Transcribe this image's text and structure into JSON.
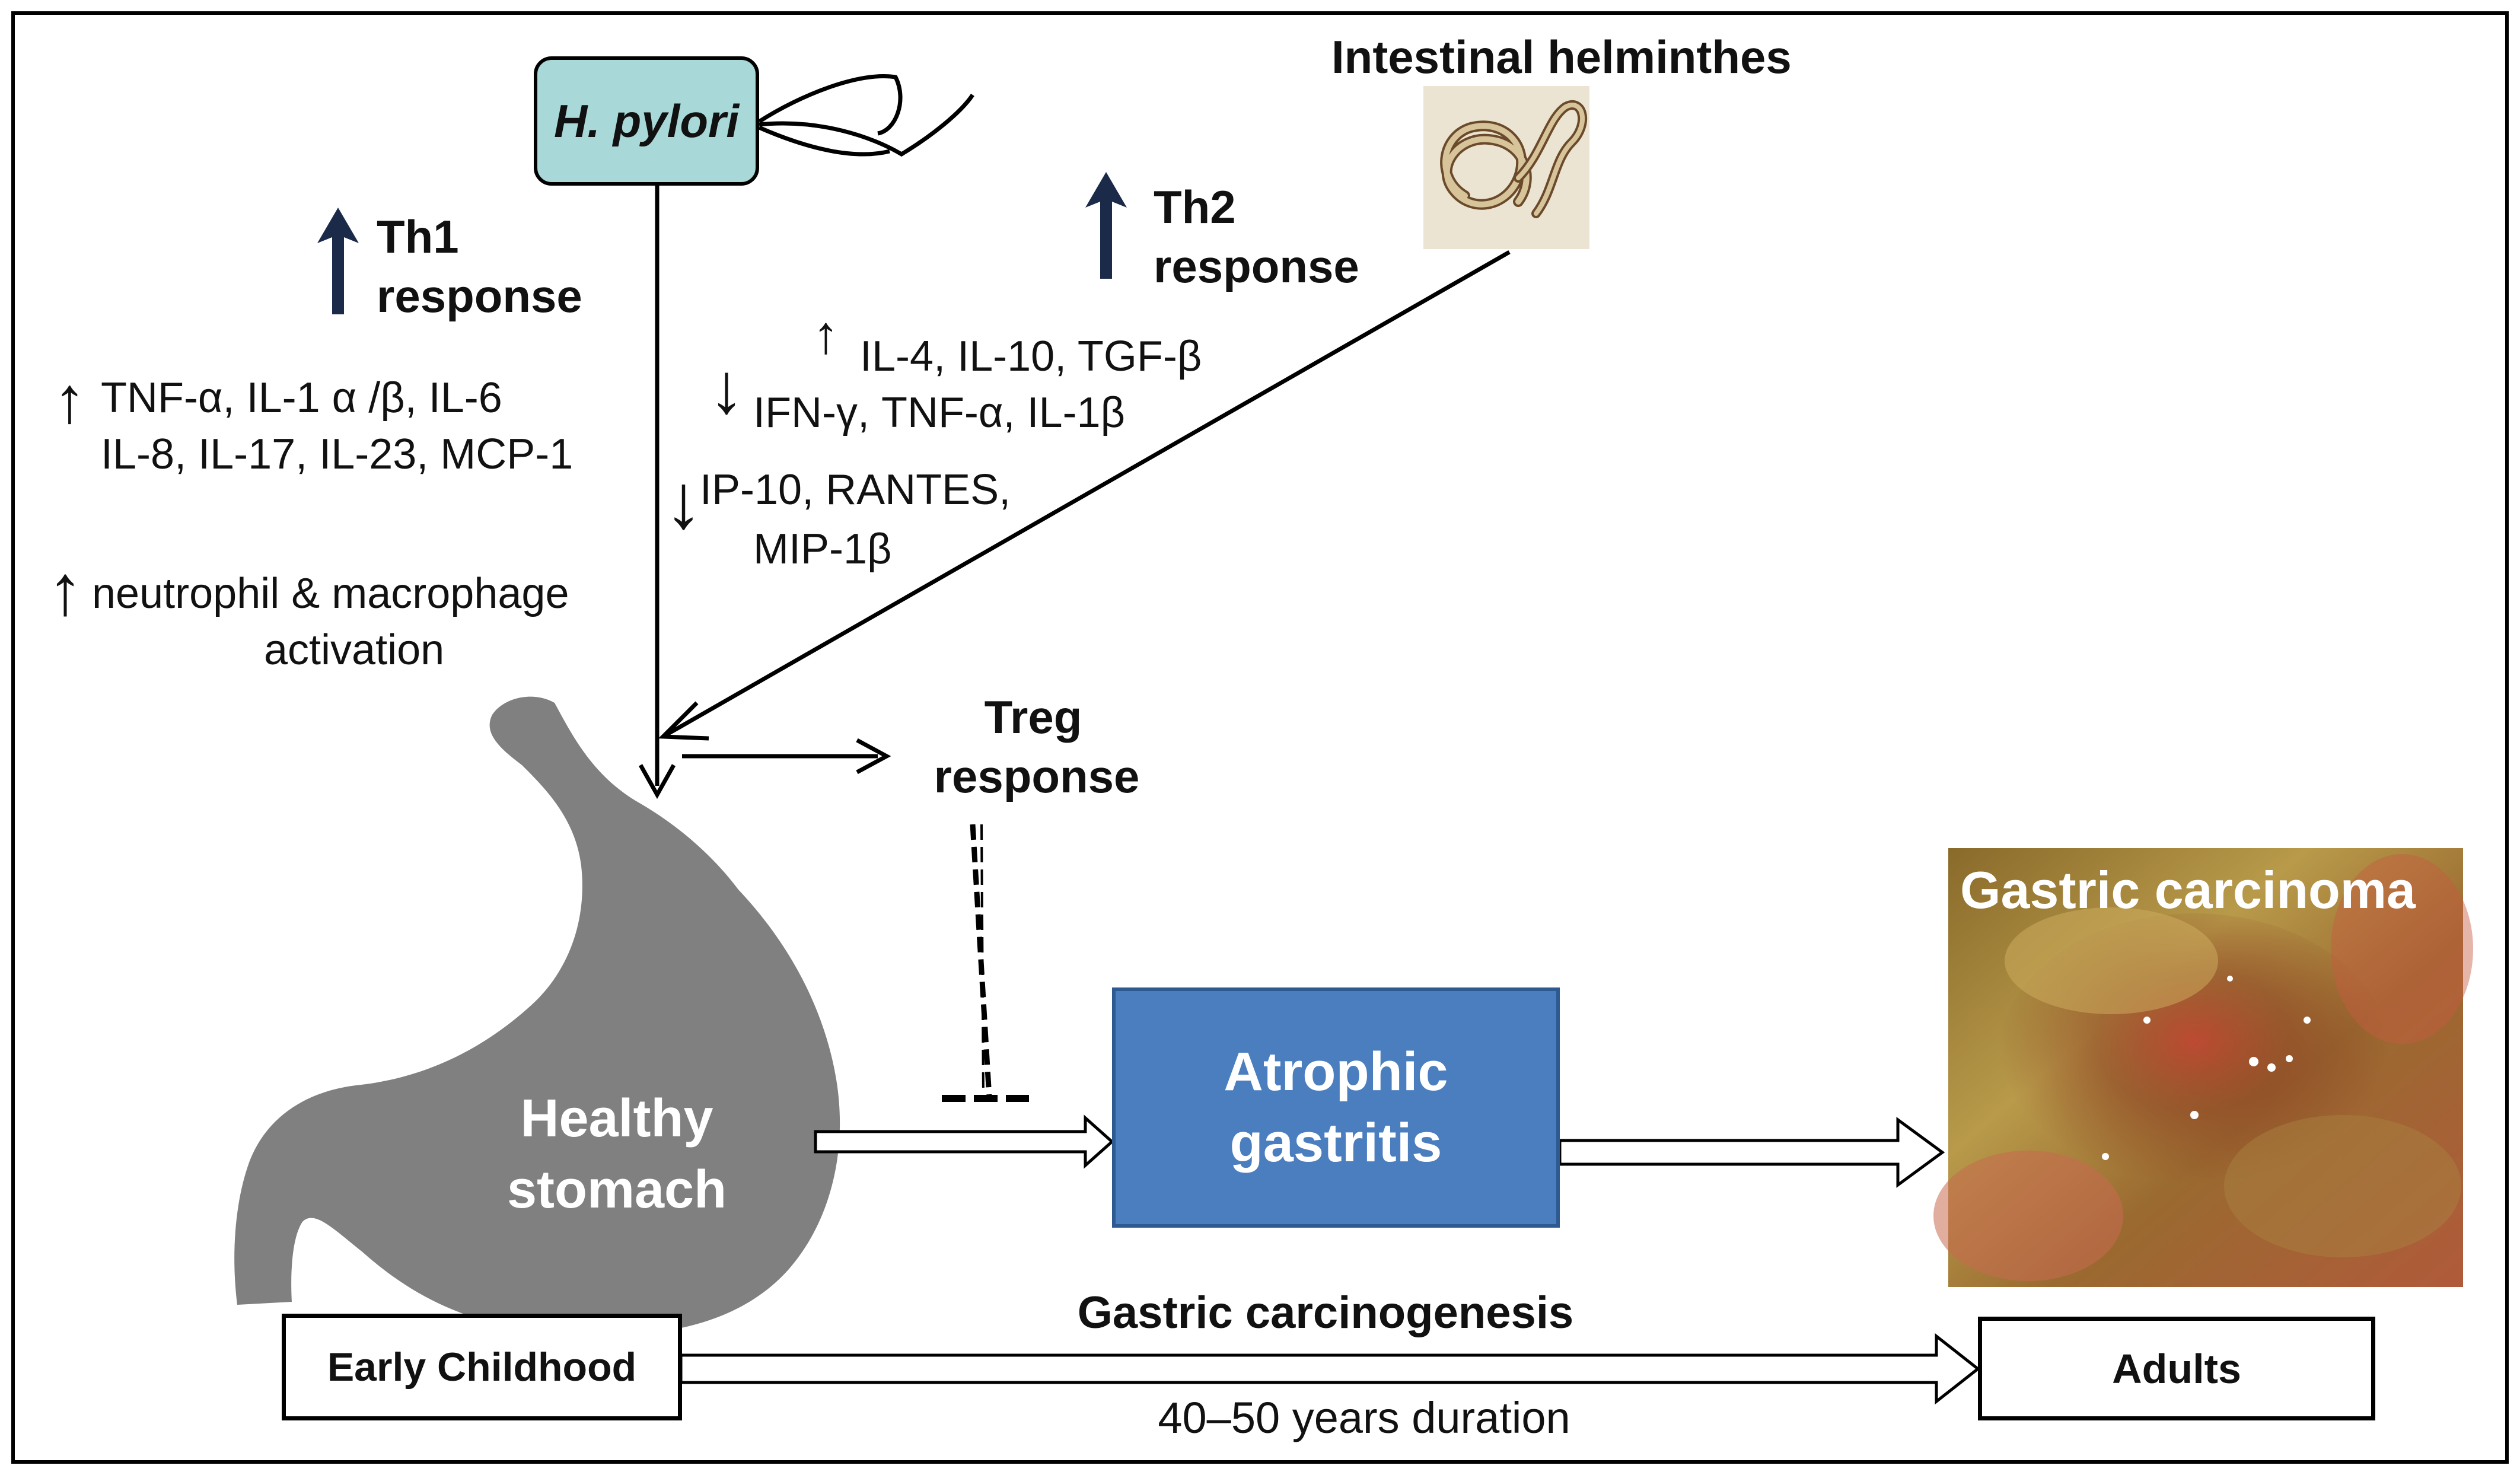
{
  "hpylori": {
    "label": "H. pylori"
  },
  "helminths": {
    "label": "Intestinal  helminthes",
    "image_icon": "coiled-worm-photo"
  },
  "th1": {
    "line1": "Th1",
    "line2": "response",
    "arrow_icon": "up-arrow-icon"
  },
  "th2": {
    "line1": "Th2",
    "line2": "response",
    "arrow_icon": "up-arrow-icon"
  },
  "th1_cytokines": {
    "arrow": "↑",
    "line1": "TNF-α, IL-1 α /β, IL-6",
    "line2": "IL-8, IL-17, IL-23, MCP-1"
  },
  "th1_cells": {
    "arrow": "↑",
    "line1": "neutrophil & macrophage",
    "line2": "activation"
  },
  "th2_effects": {
    "up_arrow": "↑",
    "up_line": "IL-4, IL-10, TGF-β",
    "down_arrow_1": "↓",
    "down_line_1": "IFN-γ, TNF-α, IL-1β",
    "down_arrow_2": "↓",
    "down_line_2a": "IP-10, RANTES,",
    "down_line_2b": "MIP-1β"
  },
  "treg": {
    "line1": "Treg",
    "line2": "response"
  },
  "stomach": {
    "line1": "Healthy",
    "line2": "stomach"
  },
  "atrophic": {
    "line1": "Atrophic",
    "line2": "gastritis"
  },
  "carcinoma": {
    "label": "Gastric carcinoma",
    "image_icon": "gastric-carcinoma-endoscopy-photo"
  },
  "timeline": {
    "start": "Early Childhood",
    "end": "Adults",
    "title": "Gastric carcinogenesis",
    "duration": "40–50 years duration"
  },
  "colors": {
    "hpylori_fill": "#a8d8d8",
    "atrophic_fill": "#4a7ebf",
    "stomach_fill": "#808080",
    "dark_arrow": "#1b2a49"
  }
}
